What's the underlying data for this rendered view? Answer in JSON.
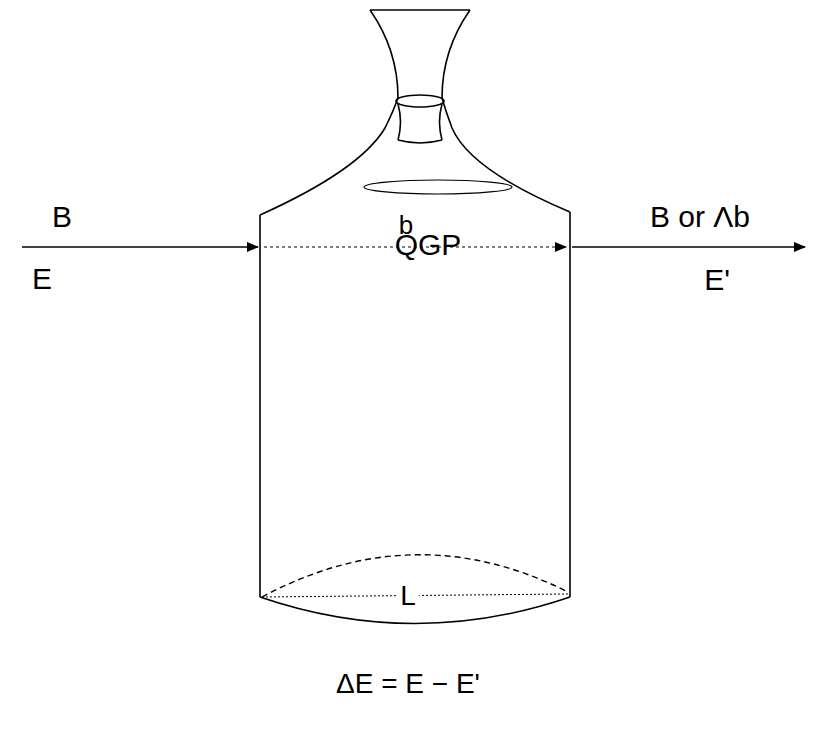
{
  "diagram": {
    "nodes": [
      {
        "text": [
          "QGP"
        ]
      }
    ],
    "labels": [
      "B",
      "E",
      "b",
      "B or Λb",
      "E'",
      "L",
      "ΔE = E − E'"
    ]
  }
}
